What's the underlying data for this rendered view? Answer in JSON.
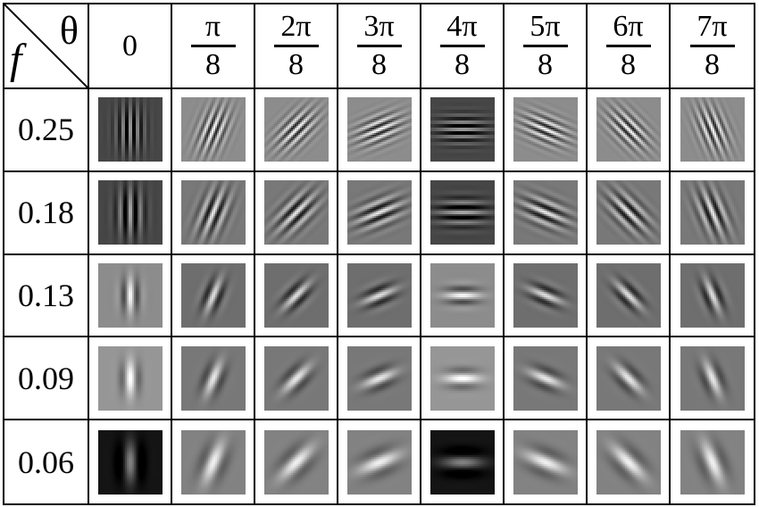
{
  "corner": {
    "theta_symbol": "θ",
    "freq_symbol": "f"
  },
  "columns": [
    {
      "num": "0",
      "den": ""
    },
    {
      "num": "π",
      "den": "8"
    },
    {
      "num": "2π",
      "den": "8"
    },
    {
      "num": "3π",
      "den": "8"
    },
    {
      "num": "4π",
      "den": "8"
    },
    {
      "num": "5π",
      "den": "8"
    },
    {
      "num": "6π",
      "den": "8"
    },
    {
      "num": "7π",
      "den": "8"
    }
  ],
  "rows": [
    "0.25",
    "0.18",
    "0.13",
    "0.09",
    "0.06"
  ],
  "colors": {
    "border": "#000000",
    "gray": "#808080"
  }
}
